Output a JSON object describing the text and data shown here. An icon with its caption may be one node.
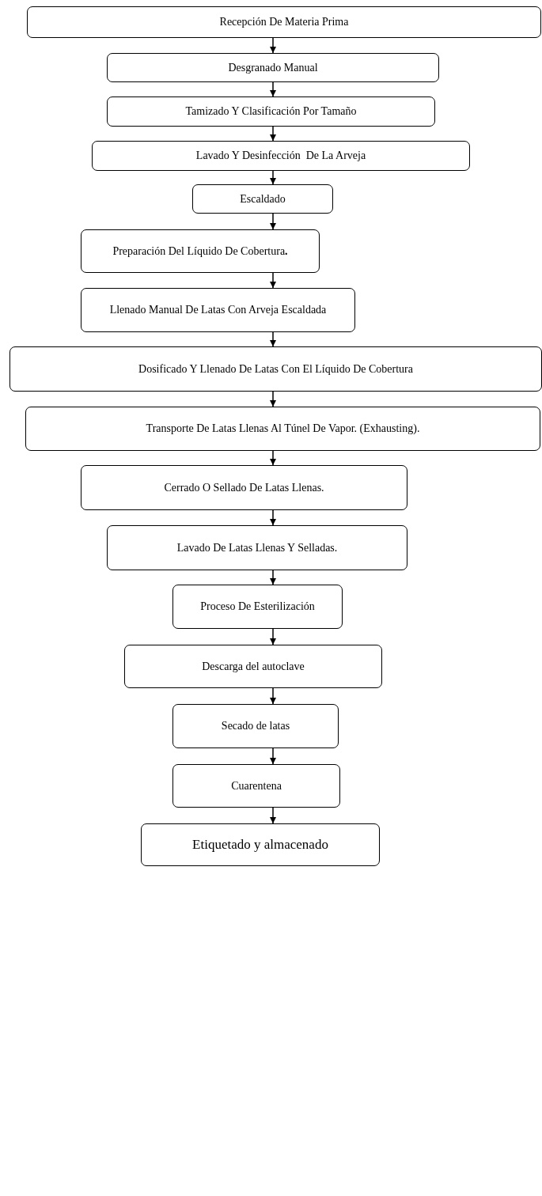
{
  "diagram": {
    "nodes": [
      {
        "text": [
          "Recepción De Materia Prima"
        ]
      },
      {
        "text": [
          "Desgranado Manual"
        ]
      },
      {
        "text": [
          "Tamizado Y Clasificación Por Tamaño"
        ]
      },
      {
        "text": [
          "Lavado Y Desinfección  De La Arveja"
        ]
      },
      {
        "text": [
          "Escaldado"
        ]
      },
      {
        "text": [
          "Preparación Del Líquido De Cobertura**.**"
        ]
      },
      {
        "text": [
          "Llenado Manual De Latas Con Arveja Escaldada"
        ]
      },
      {
        "text": [
          "Dosificado Y Llenado De Latas Con El Líquido De Cobertura"
        ]
      },
      {
        "text": [
          "Transporte De Latas Llenas Al Túnel De Vapor. (Exhausting)."
        ]
      },
      {
        "text": [
          "Cerrado O Sellado De Latas Llenas."
        ]
      },
      {
        "text": [
          "Lavado De Latas Llenas Y Selladas."
        ]
      },
      {
        "text": [
          "Proceso De Esterilización"
        ]
      },
      {
        "text": [
          "Descarga del autoclave"
        ]
      },
      {
        "text": [
          "Secado de latas"
        ]
      },
      {
        "text": [
          "Cuarentena"
        ]
      },
      {
        "text": [
          "Etiquetado y almacenado"
        ]
      }
    ],
    "edges": [
      {
        "from": 0,
        "to": 1,
        "arrow": "to"
      },
      {
        "from": 1,
        "to": 2,
        "arrow": "to"
      },
      {
        "from": 2,
        "to": 3,
        "arrow": "to"
      },
      {
        "from": 3,
        "to": 4,
        "arrow": "to"
      },
      {
        "from": 4,
        "to": 5,
        "arrow": "to"
      },
      {
        "from": 5,
        "to": 6,
        "arrow": "to"
      },
      {
        "from": 6,
        "to": 7,
        "arrow": "to"
      },
      {
        "from": 7,
        "to": 8,
        "arrow": "to"
      },
      {
        "from": 8,
        "to": 9,
        "arrow": "to"
      },
      {
        "from": 9,
        "to": 10,
        "arrow": "to"
      },
      {
        "from": 10,
        "to": 11,
        "arrow": "to"
      },
      {
        "from": 11,
        "to": 12,
        "arrow": "to"
      },
      {
        "from": 12,
        "to": 13,
        "arrow": "to"
      },
      {
        "from": 13,
        "to": 14,
        "arrow": "to"
      },
      {
        "from": 14,
        "to": 15,
        "arrow": "to"
      }
    ]
  }
}
